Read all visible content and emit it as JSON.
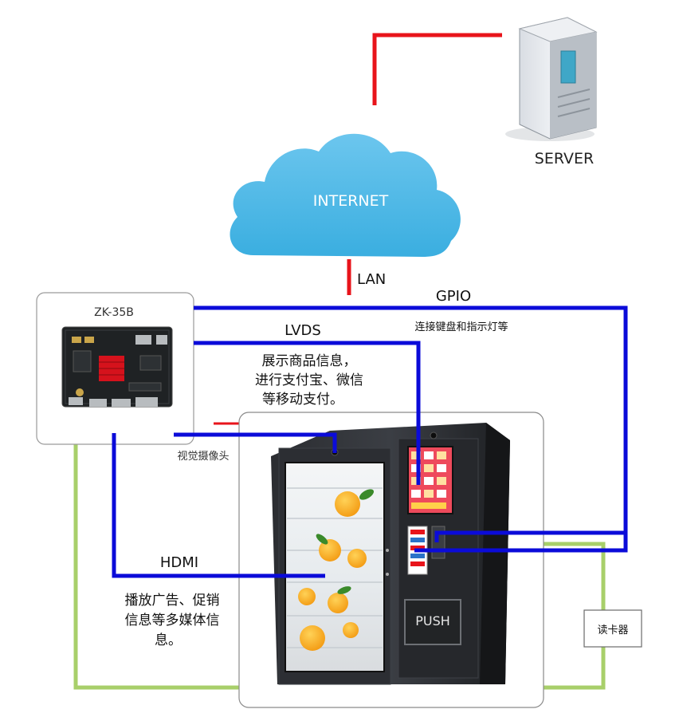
{
  "server": {
    "label": "SERVER",
    "icon": "server-tower-icon"
  },
  "internet": {
    "label": "INTERNET",
    "icon": "cloud-icon"
  },
  "lan": {
    "label": "LAN"
  },
  "board": {
    "title": "ZK-35B",
    "icon": "circuit-board-icon"
  },
  "gpio": {
    "label": "GPIO",
    "desc": "连接键盘和指示灯等"
  },
  "lvds": {
    "label": "LVDS",
    "desc_lines": [
      "展示商品信息，",
      "进行支付宝、微信",
      "等移动支付。"
    ]
  },
  "camera": {
    "label": "视觉摄像头"
  },
  "hdmi": {
    "label": "HDMI",
    "desc_lines": [
      "播放广告、促销",
      "信息等多媒体信",
      "息。"
    ]
  },
  "vending": {
    "push_label": "PUSH",
    "icon": "vending-machine-icon"
  },
  "card_reader": {
    "label": "读卡器"
  },
  "colors": {
    "red_link": "#e8141b",
    "blue_link": "#0b0bd9",
    "green_link": "#a8cf6a",
    "cloud": "#4fb9e6"
  }
}
